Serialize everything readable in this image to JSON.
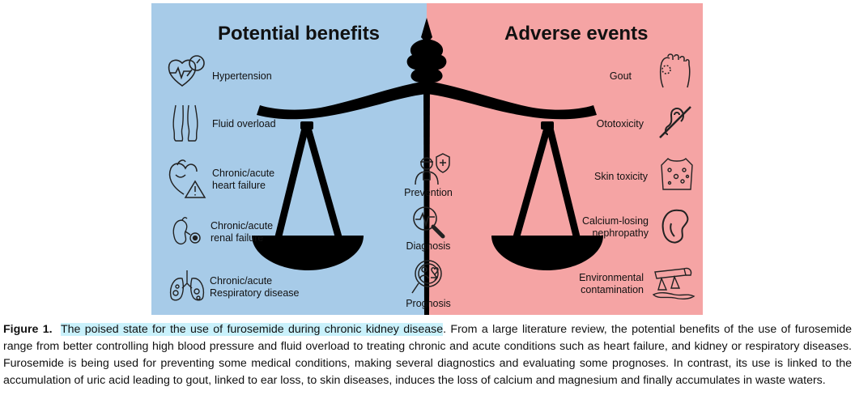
{
  "figure": {
    "left_heading": "Potential benefits",
    "right_heading": "Adverse events",
    "benefits": [
      {
        "label": "Hypertension",
        "icon": "heart-pressure-icon"
      },
      {
        "label": "Fluid overload",
        "icon": "swollen-legs-icon"
      },
      {
        "label": "Chronic/acute\nheart failure",
        "icon": "heart-warning-icon"
      },
      {
        "label": "Chronic/acute\nrenal failure",
        "icon": "kidney-icon"
      },
      {
        "label": "Chronic/acute\nRespiratory disease",
        "icon": "lungs-icon"
      }
    ],
    "center": [
      {
        "label": "Prevention",
        "icon": "doctor-shield-icon"
      },
      {
        "label": "Diagnosis",
        "icon": "magnifier-pulse-icon"
      },
      {
        "label": "Prognosis",
        "icon": "prognosis-icon"
      }
    ],
    "adverse": [
      {
        "label": "Gout",
        "icon": "foot-icon"
      },
      {
        "label": "Ototoxicity",
        "icon": "ear-crossed-icon"
      },
      {
        "label": "Skin toxicity",
        "icon": "skin-rash-icon"
      },
      {
        "label": "Calcium-losing\nnephropathy",
        "icon": "kidney-icon"
      },
      {
        "label": "Environmental\ncontamination",
        "icon": "pipe-spill-icon"
      }
    ],
    "colors": {
      "left_bg": "#a7cbe8",
      "right_bg": "#f5a4a4",
      "scale": "#000000"
    }
  },
  "caption": {
    "figure_label": "Figure 1.",
    "highlighted": "The poised state for the use of furosemide during chronic kidney disease",
    "body": ". From a large literature review, the potential benefits of the use of furosemide range from better controlling high blood pressure and fluid overload to treating chronic and acute conditions such as heart failure, and kidney or respiratory diseases. Furosemide is being used for preventing some medical conditions, making several diagnostics and evaluating some prognoses. In contrast, its use is linked to the accumulation of uric acid leading to gout, linked to ear loss, to skin diseases, induces the loss of calcium and magnesium and finally accumulates in waste waters."
  }
}
